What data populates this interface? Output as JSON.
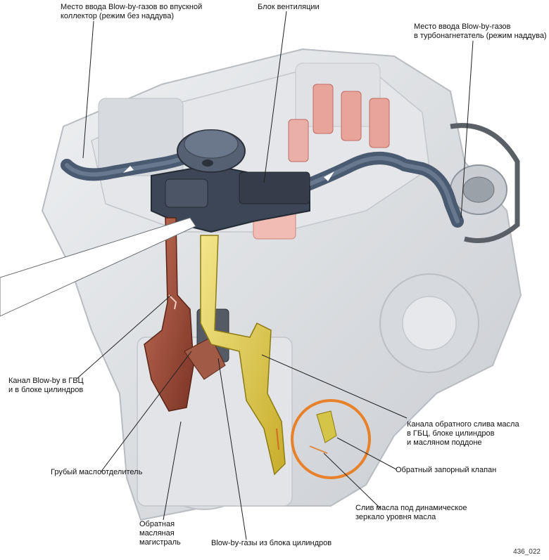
{
  "labels": {
    "intake_entry": "Место ввода Blow-by-газов во впускной\nколлектор (режим без наддува)",
    "ventilation_block": "Блок вентиляции",
    "turbo_entry": "Место ввода Blow-by-газов\nв турбонагнетатель (режим наддува)",
    "blowby_channel": "Канал Blow-by в ГБЦ\nи в блоке цилиндров",
    "coarse_separator": "Грубый маслоотделитель",
    "oil_return_line": "Обратная\nмасляная\nмагистраль",
    "blowby_from_block": "Blow-by-газы из блока цилиндров",
    "return_channels": "Канала обратного слива масла\nв ГБЦ, блоке цилиндров\nи масляном поддоне",
    "check_valve": "Обратный запорный клапан",
    "oil_drain": "Слив масла под динамическое\nзеркало уровня масла"
  },
  "figure_id": "436_022",
  "colors": {
    "hose": "#4a5a70",
    "blowby_channel": "#a0503a",
    "oil_return": "#d9c640",
    "highlight_ring": "#e8822a",
    "engine": "#d9dbde"
  }
}
